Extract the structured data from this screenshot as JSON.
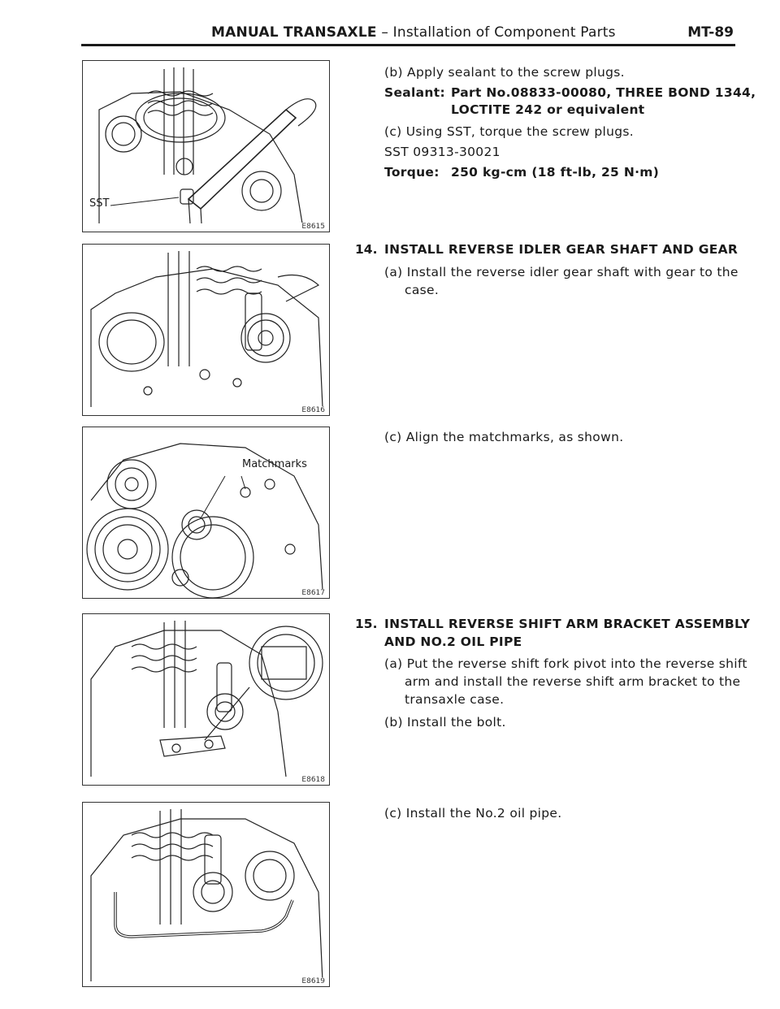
{
  "header": {
    "section": "MANUAL TRANSAXLE",
    "dash": " – ",
    "subtitle": "Installation of Component Parts",
    "page": "MT-89"
  },
  "figures": [
    {
      "code": "E8615",
      "label": "SST"
    },
    {
      "code": "E8616"
    },
    {
      "code": "E8617",
      "label": "Matchmarks"
    },
    {
      "code": "E8618"
    },
    {
      "code": "E8619"
    }
  ],
  "step13": {
    "b": "(b)  Apply sealant to the screw plugs.",
    "sealant_label": "Sealant:",
    "sealant_value_1": "Part No.08833-00080, THREE BOND 1344,",
    "sealant_value_2": "LOCTITE 242 or equivalent",
    "c": "(c)  Using SST, torque the screw plugs.",
    "sst": "SST 09313-30021",
    "torque_label": "Torque:",
    "torque_value": "250 kg-cm (18 ft-lb, 25 N·m)"
  },
  "step14": {
    "num": "14.",
    "title": "INSTALL REVERSE IDLER GEAR SHAFT AND GEAR",
    "a_1": "(a)  Install the reverse idler gear shaft with gear to the",
    "a_2": "case.",
    "c": "(c)  Align the matchmarks, as shown."
  },
  "step15": {
    "num": "15.",
    "title_1": "INSTALL REVERSE SHIFT ARM BRACKET ASSEMBLY",
    "title_2": "AND NO.2 OIL PIPE",
    "a_1": "(a)  Put the reverse shift fork pivot into the reverse shift",
    "a_2": "arm and install the reverse shift arm bracket to the",
    "a_3": "transaxle case.",
    "b": "(b)  Install the bolt.",
    "c": "(c)  Install the No.2 oil pipe."
  }
}
